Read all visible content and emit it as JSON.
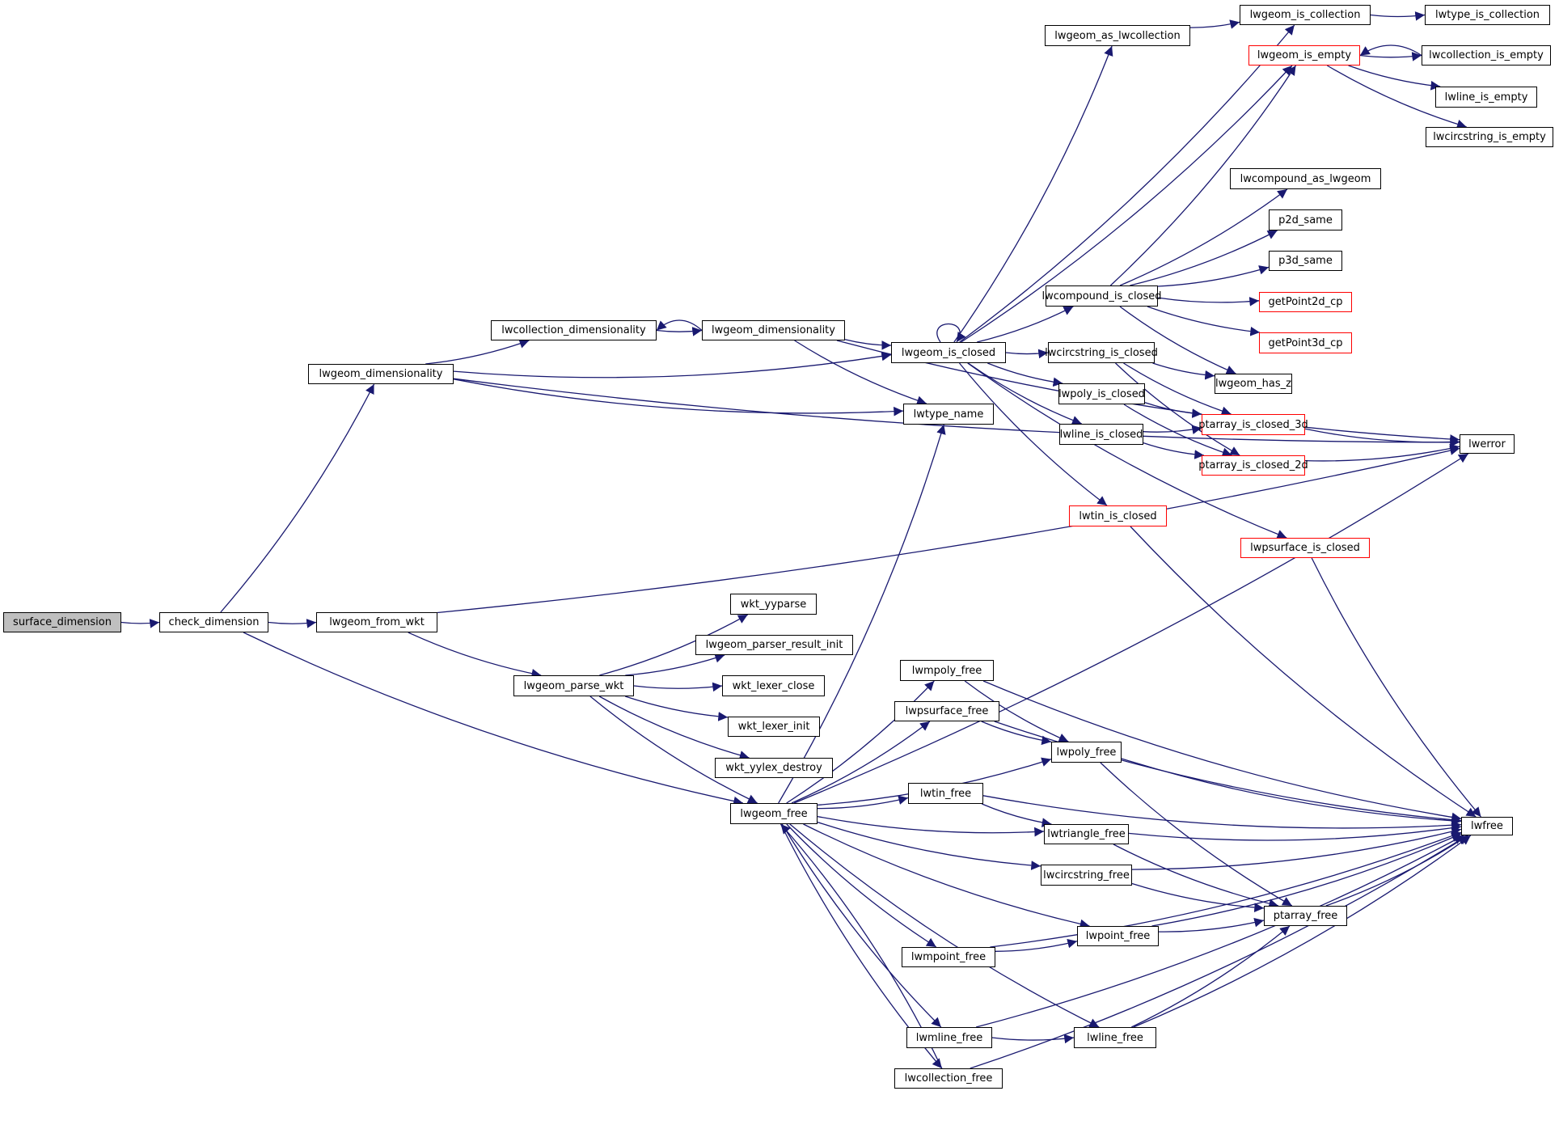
{
  "graph": {
    "title": "Call graph of surface_dimension",
    "colors": {
      "edge": "#191970",
      "node_border": "#000000",
      "node_border_truncated": "#ff0000",
      "root_fill": "#bfbfbf",
      "node_fill": "#ffffff"
    },
    "nodes": [
      {
        "id": "surface_dimension",
        "label": "surface_dimension",
        "style": "root"
      },
      {
        "id": "check_dimension",
        "label": "check_dimension",
        "style": "normal"
      },
      {
        "id": "lwgeom_from_wkt",
        "label": "lwgeom_from_wkt",
        "style": "normal"
      },
      {
        "id": "lwgeom_dimensionality_1",
        "label": "lwgeom_dimensionality",
        "style": "normal"
      },
      {
        "id": "lwcollection_dimensionality",
        "label": "lwcollection_dimensionality",
        "style": "normal"
      },
      {
        "id": "lwgeom_dimensionality_2",
        "label": "lwgeom_dimensionality",
        "style": "normal"
      },
      {
        "id": "lwgeom_is_closed",
        "label": "lwgeom_is_closed",
        "style": "normal"
      },
      {
        "id": "lwtype_name",
        "label": "lwtype_name",
        "style": "normal"
      },
      {
        "id": "lwgeom_as_lwcollection",
        "label": "lwgeom_as_lwcollection",
        "style": "normal"
      },
      {
        "id": "lwgeom_is_collection",
        "label": "lwgeom_is_collection",
        "style": "normal"
      },
      {
        "id": "lwtype_is_collection",
        "label": "lwtype_is_collection",
        "style": "normal"
      },
      {
        "id": "lwgeom_is_empty",
        "label": "lwgeom_is_empty",
        "style": "truncated"
      },
      {
        "id": "lwcollection_is_empty",
        "label": "lwcollection_is_empty",
        "style": "normal"
      },
      {
        "id": "lwline_is_empty",
        "label": "lwline_is_empty",
        "style": "normal"
      },
      {
        "id": "lwcircstring_is_empty",
        "label": "lwcircstring_is_empty",
        "style": "normal"
      },
      {
        "id": "lwcompound_as_lwgeom",
        "label": "lwcompound_as_lwgeom",
        "style": "normal"
      },
      {
        "id": "p2d_same",
        "label": "p2d_same",
        "style": "normal"
      },
      {
        "id": "p3d_same",
        "label": "p3d_same",
        "style": "normal"
      },
      {
        "id": "getPoint2d_cp",
        "label": "getPoint2d_cp",
        "style": "truncated"
      },
      {
        "id": "getPoint3d_cp",
        "label": "getPoint3d_cp",
        "style": "truncated"
      },
      {
        "id": "lwcompound_is_closed",
        "label": "lwcompound_is_closed",
        "style": "normal"
      },
      {
        "id": "lwcircstring_is_closed",
        "label": "lwcircstring_is_closed",
        "style": "normal"
      },
      {
        "id": "lwgeom_has_z",
        "label": "lwgeom_has_z",
        "style": "normal"
      },
      {
        "id": "lwpoly_is_closed",
        "label": "lwpoly_is_closed",
        "style": "normal"
      },
      {
        "id": "lwline_is_closed",
        "label": "lwline_is_closed",
        "style": "normal"
      },
      {
        "id": "ptarray_is_closed_3d",
        "label": "ptarray_is_closed_3d",
        "style": "truncated"
      },
      {
        "id": "ptarray_is_closed_2d",
        "label": "ptarray_is_closed_2d",
        "style": "truncated"
      },
      {
        "id": "lwerror",
        "label": "lwerror",
        "style": "normal"
      },
      {
        "id": "lwtin_is_closed",
        "label": "lwtin_is_closed",
        "style": "truncated"
      },
      {
        "id": "lwpsurface_is_closed",
        "label": "lwpsurface_is_closed",
        "style": "truncated"
      },
      {
        "id": "wkt_yyparse",
        "label": "wkt_yyparse",
        "style": "normal"
      },
      {
        "id": "lwgeom_parser_result_init",
        "label": "lwgeom_parser_result_init",
        "style": "normal"
      },
      {
        "id": "wkt_lexer_close",
        "label": "wkt_lexer_close",
        "style": "normal"
      },
      {
        "id": "wkt_lexer_init",
        "label": "wkt_lexer_init",
        "style": "normal"
      },
      {
        "id": "wkt_yylex_destroy",
        "label": "wkt_yylex_destroy",
        "style": "normal"
      },
      {
        "id": "lwgeom_parse_wkt",
        "label": "lwgeom_parse_wkt",
        "style": "normal"
      },
      {
        "id": "lwgeom_free",
        "label": "lwgeom_free",
        "style": "normal"
      },
      {
        "id": "lwmpoly_free",
        "label": "lwmpoly_free",
        "style": "normal"
      },
      {
        "id": "lwpsurface_free",
        "label": "lwpsurface_free",
        "style": "normal"
      },
      {
        "id": "lwpoly_free",
        "label": "lwpoly_free",
        "style": "normal"
      },
      {
        "id": "lwtin_free",
        "label": "lwtin_free",
        "style": "normal"
      },
      {
        "id": "lwtriangle_free",
        "label": "lwtriangle_free",
        "style": "normal"
      },
      {
        "id": "lwcircstring_free",
        "label": "lwcircstring_free",
        "style": "normal"
      },
      {
        "id": "ptarray_free",
        "label": "ptarray_free",
        "style": "normal"
      },
      {
        "id": "lwpoint_free",
        "label": "lwpoint_free",
        "style": "normal"
      },
      {
        "id": "lwmpoint_free",
        "label": "lwmpoint_free",
        "style": "normal"
      },
      {
        "id": "lwfree",
        "label": "lwfree",
        "style": "normal"
      },
      {
        "id": "lwline_free",
        "label": "lwline_free",
        "style": "normal"
      },
      {
        "id": "lwmline_free",
        "label": "lwmline_free",
        "style": "normal"
      },
      {
        "id": "lwcollection_free",
        "label": "lwcollection_free",
        "style": "normal"
      }
    ],
    "edges": [
      [
        "surface_dimension",
        "check_dimension"
      ],
      [
        "check_dimension",
        "lwgeom_dimensionality_1"
      ],
      [
        "check_dimension",
        "lwgeom_from_wkt"
      ],
      [
        "check_dimension",
        "lwgeom_free"
      ],
      [
        "lwgeom_dimensionality_1",
        "lwcollection_dimensionality"
      ],
      [
        "lwgeom_dimensionality_1",
        "lwgeom_is_closed"
      ],
      [
        "lwgeom_dimensionality_1",
        "lwtype_name"
      ],
      [
        "lwgeom_dimensionality_1",
        "lwerror"
      ],
      [
        "lwcollection_dimensionality",
        "lwgeom_dimensionality_2"
      ],
      [
        "lwgeom_dimensionality_2",
        "lwcollection_dimensionality"
      ],
      [
        "lwgeom_dimensionality_2",
        "lwgeom_is_closed"
      ],
      [
        "lwgeom_dimensionality_2",
        "lwtype_name"
      ],
      [
        "lwgeom_dimensionality_2",
        "lwerror"
      ],
      [
        "lwgeom_is_closed",
        "lwgeom_is_closed"
      ],
      [
        "lwgeom_is_closed",
        "lwgeom_as_lwcollection"
      ],
      [
        "lwgeom_is_closed",
        "lwgeom_is_collection"
      ],
      [
        "lwgeom_is_closed",
        "lwgeom_is_empty"
      ],
      [
        "lwgeom_is_closed",
        "lwcompound_is_closed"
      ],
      [
        "lwgeom_is_closed",
        "lwcircstring_is_closed"
      ],
      [
        "lwgeom_is_closed",
        "lwpoly_is_closed"
      ],
      [
        "lwgeom_is_closed",
        "lwline_is_closed"
      ],
      [
        "lwgeom_is_closed",
        "lwtin_is_closed"
      ],
      [
        "lwgeom_is_closed",
        "lwpsurface_is_closed"
      ],
      [
        "lwgeom_as_lwcollection",
        "lwgeom_is_collection"
      ],
      [
        "lwgeom_is_collection",
        "lwtype_is_collection"
      ],
      [
        "lwgeom_is_empty",
        "lwcollection_is_empty"
      ],
      [
        "lwcollection_is_empty",
        "lwgeom_is_empty"
      ],
      [
        "lwgeom_is_empty",
        "lwline_is_empty"
      ],
      [
        "lwgeom_is_empty",
        "lwcircstring_is_empty"
      ],
      [
        "lwcompound_is_closed",
        "lwgeom_is_empty"
      ],
      [
        "lwcompound_is_closed",
        "lwcompound_as_lwgeom"
      ],
      [
        "lwcompound_is_closed",
        "p2d_same"
      ],
      [
        "lwcompound_is_closed",
        "p3d_same"
      ],
      [
        "lwcompound_is_closed",
        "getPoint2d_cp"
      ],
      [
        "lwcompound_is_closed",
        "getPoint3d_cp"
      ],
      [
        "lwcompound_is_closed",
        "lwgeom_has_z"
      ],
      [
        "lwcircstring_is_closed",
        "lwgeom_has_z"
      ],
      [
        "lwcircstring_is_closed",
        "ptarray_is_closed_3d"
      ],
      [
        "lwcircstring_is_closed",
        "ptarray_is_closed_2d"
      ],
      [
        "lwpoly_is_closed",
        "ptarray_is_closed_3d"
      ],
      [
        "lwpoly_is_closed",
        "ptarray_is_closed_2d"
      ],
      [
        "lwline_is_closed",
        "ptarray_is_closed_3d"
      ],
      [
        "lwline_is_closed",
        "ptarray_is_closed_2d"
      ],
      [
        "ptarray_is_closed_3d",
        "lwerror"
      ],
      [
        "ptarray_is_closed_2d",
        "lwerror"
      ],
      [
        "lwtin_is_closed",
        "lwfree"
      ],
      [
        "lwpsurface_is_closed",
        "lwfree"
      ],
      [
        "lwgeom_from_wkt",
        "lwerror"
      ],
      [
        "lwgeom_from_wkt",
        "lwgeom_parse_wkt"
      ],
      [
        "lwgeom_parse_wkt",
        "wkt_yyparse"
      ],
      [
        "lwgeom_parse_wkt",
        "lwgeom_parser_result_init"
      ],
      [
        "lwgeom_parse_wkt",
        "wkt_lexer_close"
      ],
      [
        "lwgeom_parse_wkt",
        "wkt_lexer_init"
      ],
      [
        "lwgeom_parse_wkt",
        "wkt_yylex_destroy"
      ],
      [
        "lwgeom_parse_wkt",
        "lwgeom_free"
      ],
      [
        "lwgeom_free",
        "lwtype_name"
      ],
      [
        "lwgeom_free",
        "lwerror"
      ],
      [
        "lwgeom_free",
        "lwmpoly_free"
      ],
      [
        "lwgeom_free",
        "lwpsurface_free"
      ],
      [
        "lwgeom_free",
        "lwpoly_free"
      ],
      [
        "lwgeom_free",
        "lwtin_free"
      ],
      [
        "lwgeom_free",
        "lwtriangle_free"
      ],
      [
        "lwgeom_free",
        "lwcircstring_free"
      ],
      [
        "lwgeom_free",
        "lwpoint_free"
      ],
      [
        "lwgeom_free",
        "lwmpoint_free"
      ],
      [
        "lwgeom_free",
        "lwline_free"
      ],
      [
        "lwgeom_free",
        "lwmline_free"
      ],
      [
        "lwgeom_free",
        "lwcollection_free"
      ],
      [
        "lwcollection_free",
        "lwgeom_free"
      ],
      [
        "lwmpoly_free",
        "lwpoly_free"
      ],
      [
        "lwmpoly_free",
        "lwfree"
      ],
      [
        "lwpsurface_free",
        "lwpoly_free"
      ],
      [
        "lwpsurface_free",
        "lwfree"
      ],
      [
        "lwpoly_free",
        "ptarray_free"
      ],
      [
        "lwpoly_free",
        "lwfree"
      ],
      [
        "lwtin_free",
        "lwtriangle_free"
      ],
      [
        "lwtin_free",
        "lwfree"
      ],
      [
        "lwtriangle_free",
        "ptarray_free"
      ],
      [
        "lwtriangle_free",
        "lwfree"
      ],
      [
        "lwcircstring_free",
        "ptarray_free"
      ],
      [
        "lwcircstring_free",
        "lwfree"
      ],
      [
        "lwpoint_free",
        "ptarray_free"
      ],
      [
        "lwpoint_free",
        "lwfree"
      ],
      [
        "lwmpoint_free",
        "lwpoint_free"
      ],
      [
        "lwmpoint_free",
        "lwfree"
      ],
      [
        "ptarray_free",
        "lwfree"
      ],
      [
        "lwline_free",
        "ptarray_free"
      ],
      [
        "lwline_free",
        "lwfree"
      ],
      [
        "lwmline_free",
        "lwline_free"
      ],
      [
        "lwmline_free",
        "lwfree"
      ],
      [
        "lwcollection_free",
        "lwfree"
      ]
    ]
  }
}
